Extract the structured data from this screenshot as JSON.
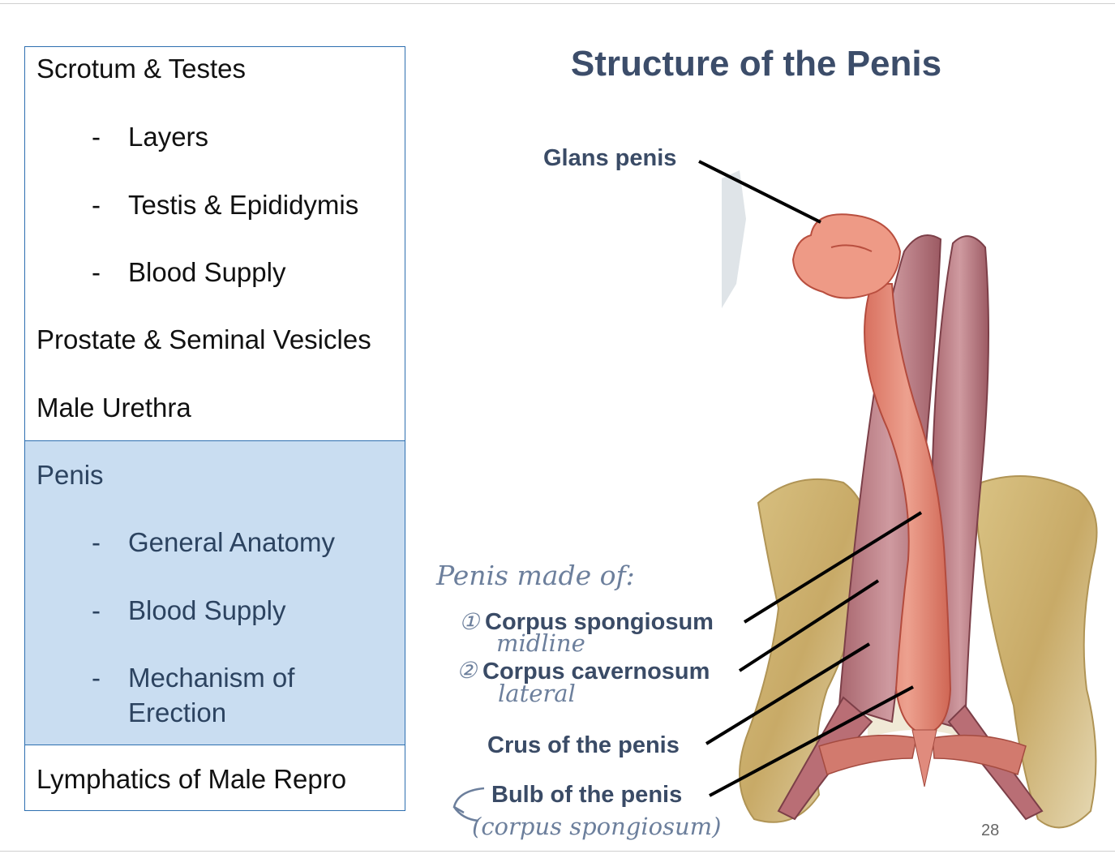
{
  "outline": {
    "sections": [
      {
        "items": [
          {
            "text": "Scrotum & Testes",
            "level": 0
          },
          {
            "text": "Layers",
            "level": 1
          },
          {
            "text": "Testis & Epididymis",
            "level": 1
          },
          {
            "text": "Blood Supply",
            "level": 1
          },
          {
            "text": "Prostate & Seminal Vesicles",
            "level": 0
          },
          {
            "text": "Male Urethra",
            "level": 0
          }
        ]
      },
      {
        "highlighted": true,
        "items": [
          {
            "text": "Penis",
            "level": 0
          },
          {
            "text": "General Anatomy",
            "level": 1
          },
          {
            "text": "Blood Supply",
            "level": 1
          },
          {
            "text": "Mechanism of",
            "level": 1
          },
          {
            "text": "Erection",
            "level": 1
          }
        ]
      },
      {
        "items": [
          {
            "text": "Lymphatics of Male Repro",
            "level": 0
          }
        ]
      }
    ],
    "bullet": "-"
  },
  "slide": {
    "title": "Structure of the Penis",
    "labels": {
      "glans": "Glans penis",
      "spongiosum": "Corpus spongiosum",
      "cavernosum": "Corpus cavernosum",
      "crus": "Crus of the penis",
      "bulb": "Bulb of the penis"
    },
    "handwriting": {
      "heading": "Penis made of:",
      "num1": "①",
      "num2": "②",
      "midline": "midline",
      "lateral": "lateral",
      "bulb_note": "(corpus spongiosum)"
    },
    "page_number": "28"
  },
  "colors": {
    "outline_border": "#2e6fb0",
    "highlight_fill": "#c9ddf1",
    "title_color": "#3c4d6a",
    "label_color": "#3a4b66",
    "handwriting_color": "#6c7f9c"
  }
}
